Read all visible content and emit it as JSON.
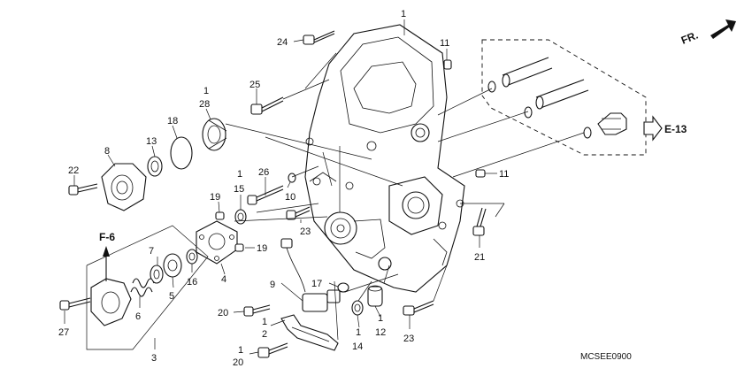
{
  "diagram": {
    "code": "MCSEE0900",
    "refs": {
      "direction": "FR.",
      "e13": "E-13",
      "f6": "F-6"
    },
    "callouts": [
      {
        "id": "c1-top",
        "text": "1"
      },
      {
        "id": "c11-top",
        "text": "11"
      },
      {
        "id": "c24",
        "text": "24"
      },
      {
        "id": "c25",
        "text": "25"
      },
      {
        "id": "c1-brg",
        "text": "1"
      },
      {
        "id": "c28",
        "text": "28"
      },
      {
        "id": "c18",
        "text": "18"
      },
      {
        "id": "c13",
        "text": "13"
      },
      {
        "id": "c8",
        "text": "8"
      },
      {
        "id": "c22",
        "text": "22"
      },
      {
        "id": "c1-15",
        "text": "1"
      },
      {
        "id": "c15",
        "text": "15"
      },
      {
        "id": "c26",
        "text": "26"
      },
      {
        "id": "c10",
        "text": "10"
      },
      {
        "id": "c19-a",
        "text": "19"
      },
      {
        "id": "c19-b",
        "text": "19"
      },
      {
        "id": "c23-a",
        "text": "23"
      },
      {
        "id": "c11-right",
        "text": "11"
      },
      {
        "id": "c21",
        "text": "21"
      },
      {
        "id": "c7",
        "text": "7"
      },
      {
        "id": "c16",
        "text": "16"
      },
      {
        "id": "c4",
        "text": "4"
      },
      {
        "id": "c5",
        "text": "5"
      },
      {
        "id": "c6",
        "text": "6"
      },
      {
        "id": "c27",
        "text": "27"
      },
      {
        "id": "c3",
        "text": "3"
      },
      {
        "id": "c9",
        "text": "9"
      },
      {
        "id": "c17",
        "text": "17"
      },
      {
        "id": "c1-12",
        "text": "1"
      },
      {
        "id": "c12",
        "text": "12"
      },
      {
        "id": "c1-14",
        "text": "1"
      },
      {
        "id": "c14",
        "text": "14"
      },
      {
        "id": "c23-b",
        "text": "23"
      },
      {
        "id": "c20-a",
        "text": "20"
      },
      {
        "id": "c1-2",
        "text": "1"
      },
      {
        "id": "c2",
        "text": "2"
      },
      {
        "id": "c1-20",
        "text": "1"
      },
      {
        "id": "c20-b",
        "text": "20"
      }
    ]
  }
}
